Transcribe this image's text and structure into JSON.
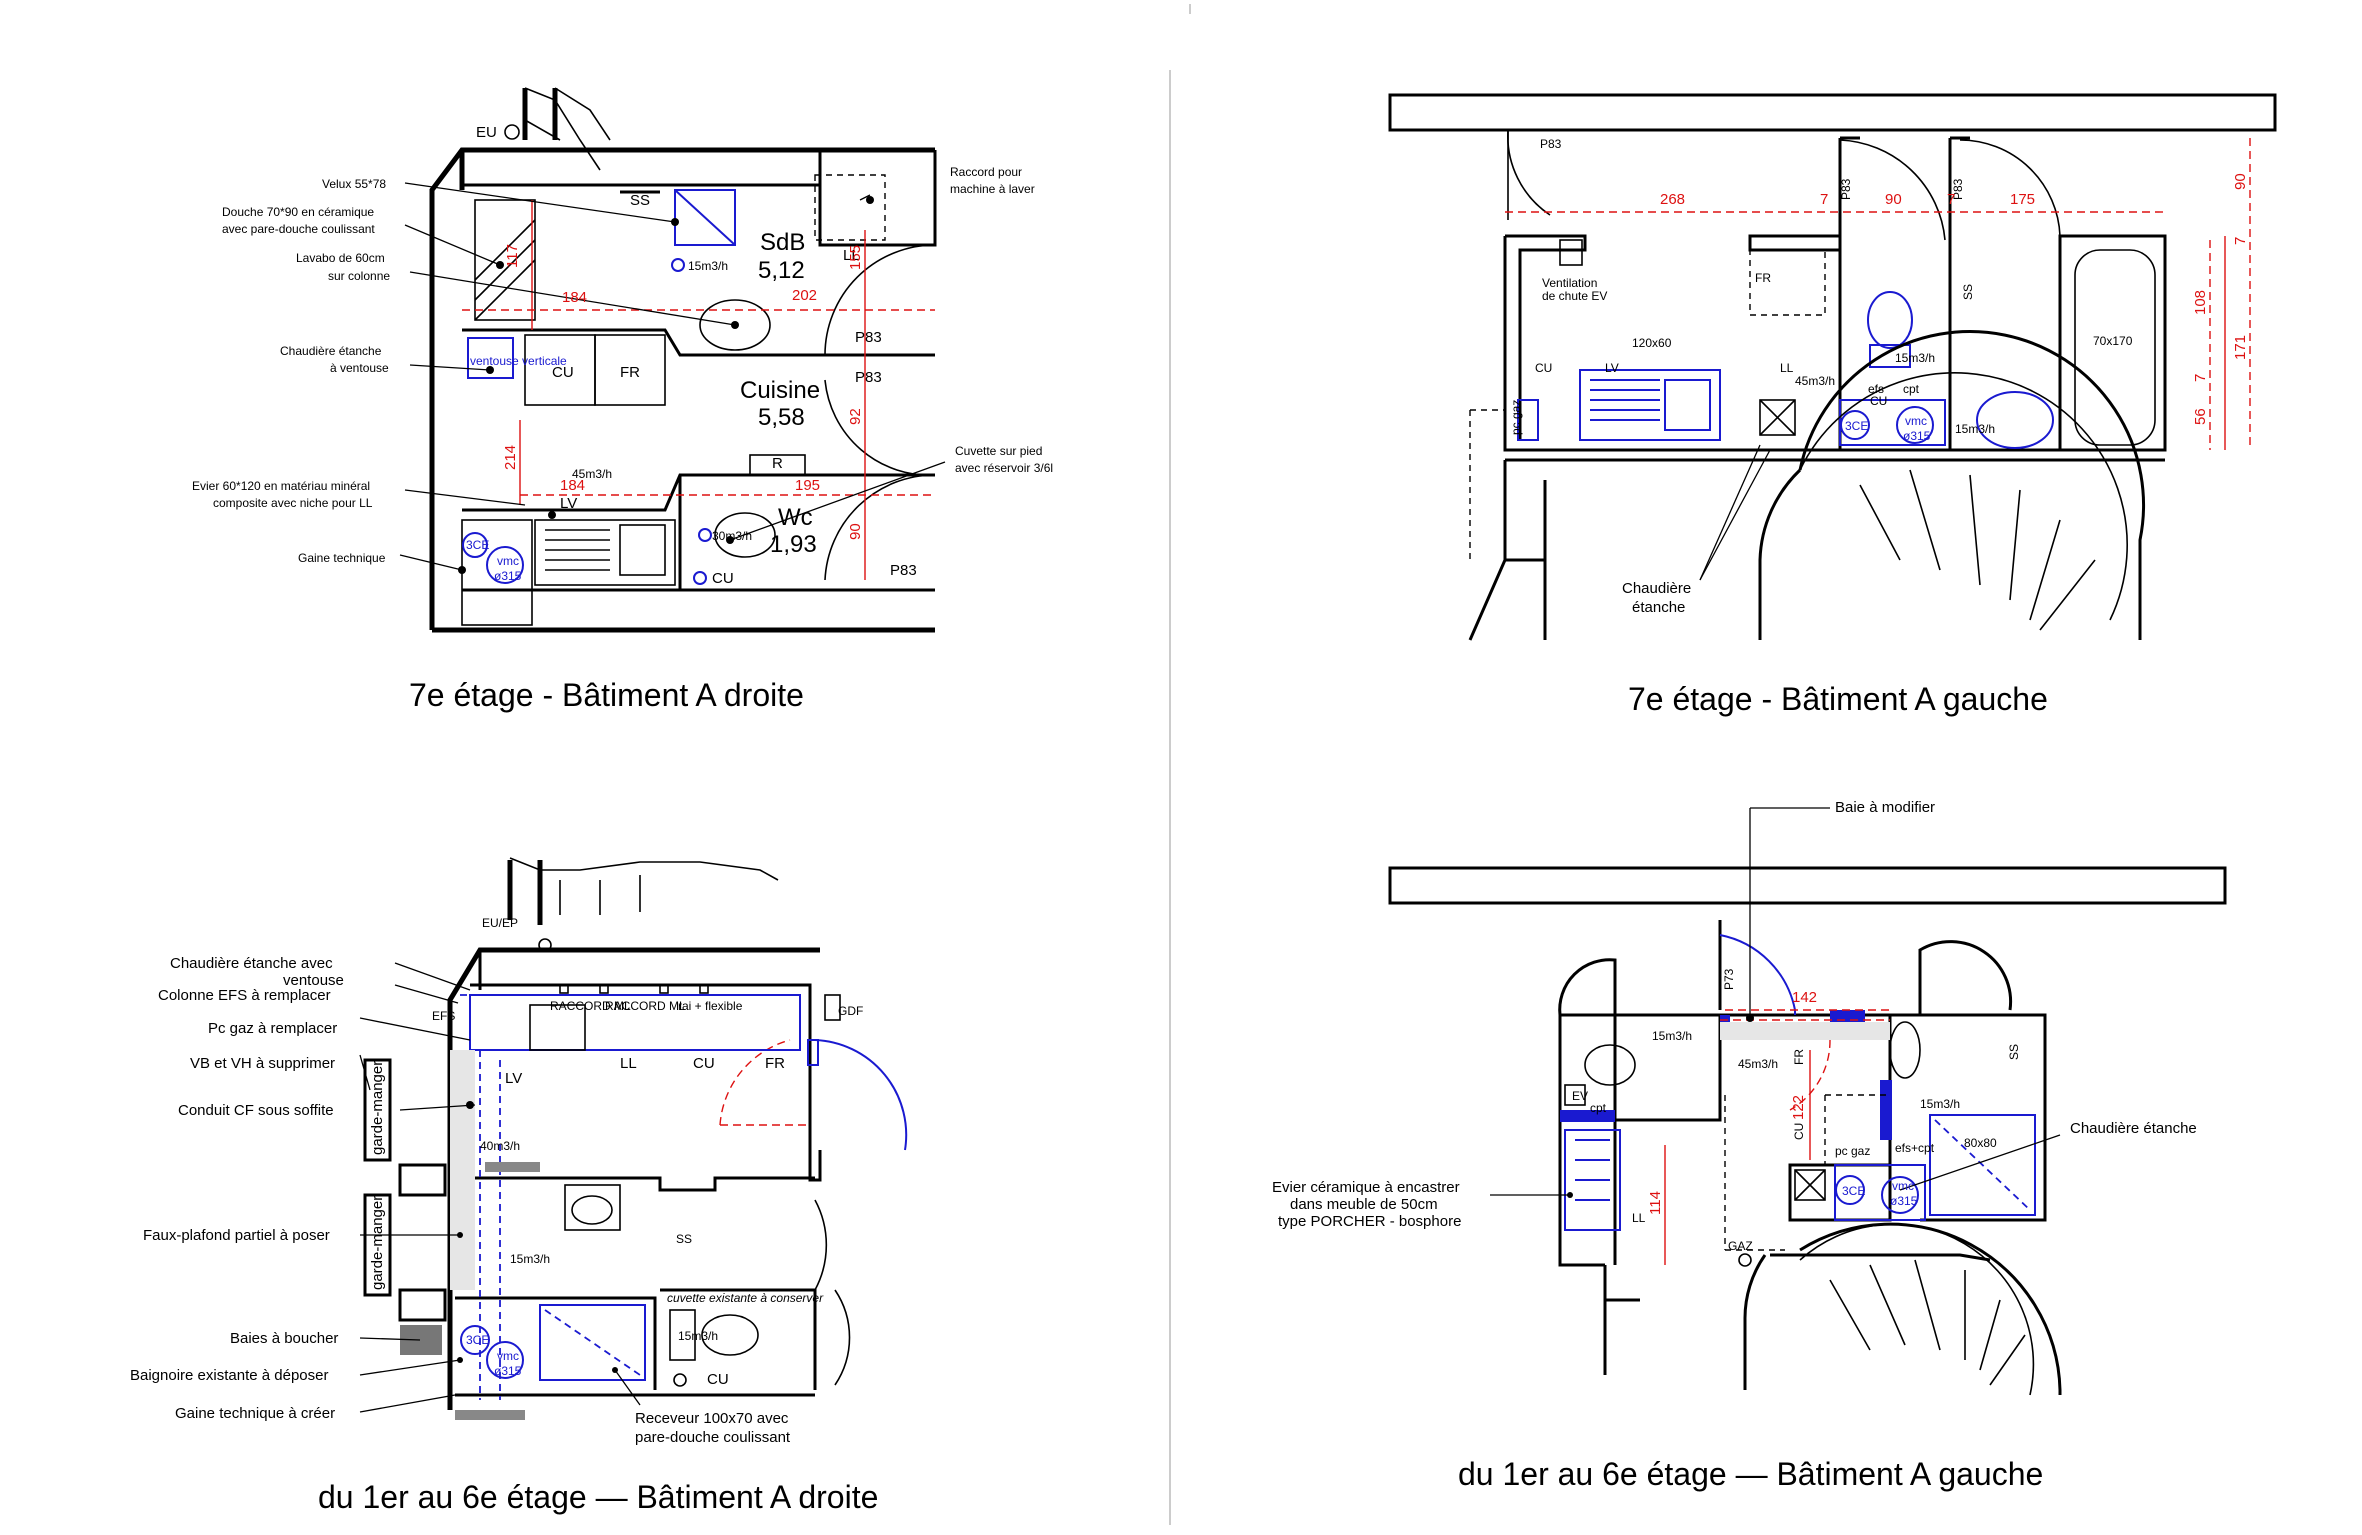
{
  "captions": {
    "tr": "7e étage - Bâtiment A droite",
    "tl": "7e étage - Bâtiment A gauche",
    "br": "du 1er au 6e étage — Bâtiment A droite",
    "bl": "du 1er au 6e étage — Bâtiment A gauche"
  },
  "p1": {
    "eu": "EU",
    "annotations": [
      "Velux 55*78",
      "Douche 70*90 en céramique",
      "avec pare-douche coulissant",
      "Lavabo de 60cm",
      "sur colonne",
      "Chaudière étanche",
      "à ventouse",
      "Evier 60*120 en matériau minéral",
      "composite avec niche pour LL",
      "Gaine technique",
      "Raccord pour",
      "machine à laver",
      "Cuvette sur pied",
      "avec réservoir 3/6l"
    ],
    "rooms": {
      "sdb": "SdB",
      "sdb_area": "5,12",
      "cuisine": "Cuisine",
      "cuisine_area": "5,58",
      "wc": "Wc",
      "wc_area": "1,93"
    },
    "labels": {
      "ss": "SS",
      "ll": "LL",
      "cu": "CU",
      "fr": "FR",
      "lv": "LV",
      "r": "R",
      "cu2": "CU",
      "p83a": "P83",
      "p83b": "P83",
      "p83c": "P83",
      "ventouse": "ventouse verticale",
      "sce": "3CE",
      "vmc": "vmc",
      "vmc_d": "ø315",
      "f1": "15m3/h",
      "f2": "45m3/h",
      "f3": "30m3/h"
    },
    "dims": [
      "117",
      "184",
      "202",
      "155",
      "92",
      "214",
      "184",
      "195",
      "90"
    ]
  },
  "p2": {
    "labels": {
      "p83a": "P83",
      "p83b": "P83",
      "p83c": "P83",
      "vent1": "Ventilation",
      "vent2": "de chute EV",
      "fr": "FR",
      "cu": "CU",
      "lv": "LV",
      "ll": "LL",
      "s120": "120x60",
      "ss": "SS",
      "s70": "70x170",
      "pcgaz": "pc gaz",
      "efs": "efs",
      "cpt": "cpt",
      "cu2": "CU",
      "sce": "3CE",
      "vmc": "vmc",
      "vmc_d": "ø315",
      "f1": "15m3/h",
      "f2": "45m3/h",
      "f3": "15m3/h",
      "ch1": "Chaudière",
      "ch2": "étanche"
    },
    "dims": [
      "268",
      "7",
      "90",
      "7",
      "175",
      "90",
      "7",
      "108",
      "171",
      "7",
      "56"
    ]
  },
  "p3": {
    "annotations": [
      "Chaudière étanche avec",
      "ventouse",
      "Colonne EFS à remplacer",
      "Pc gaz à remplacer",
      "VB et VH à supprimer",
      "Conduit CF sous soffite",
      "Faux-plafond partiel à poser",
      "Baies à boucher",
      "Baignoire existante à déposer",
      "Gaine technique à créer",
      "Receveur 100x70 avec",
      "pare-douche coulissant",
      "cuvette existante à conserver"
    ],
    "labels": {
      "eu": "EU/EP",
      "efs": "EFS",
      "raccord1": "RACCORD ML",
      "raccord2": "RACCORD ML",
      "rai": "rai + flexible",
      "gdf": "GDF",
      "lv": "LV",
      "ll": "LL",
      "cu": "CU",
      "fr": "FR",
      "ss": "SS",
      "gm1": "garde-manger",
      "gm2": "garde-manger",
      "f1": "40m3/h",
      "f2": "15m3/h",
      "f3": "15m3/h",
      "sce": "3CE",
      "vmc": "vmc",
      "vmc_d": "ø315",
      "cu2": "CU"
    }
  },
  "p4": {
    "annotations": [
      "Baie à modifier",
      "Chaudière étanche",
      "Evier céramique à encastrer",
      "dans meuble de 50cm",
      "type PORCHER - bosphore"
    ],
    "labels": {
      "p73": "P73",
      "ss": "SS",
      "fr": "FR",
      "cu": "CU",
      "ll": "LL",
      "gaz": "GAZ",
      "pcgaz": "pc gaz",
      "ev": "EV",
      "cpt": "cpt",
      "cpt2": "efs+cpt",
      "s80": "80x80",
      "sce": "3CE",
      "vmc": "vmc",
      "vmc_d": "ø315",
      "f1": "15m3/h",
      "f2": "45m3/h",
      "f3": "15m3/h"
    },
    "dims": [
      "142",
      "122",
      "114"
    ]
  }
}
